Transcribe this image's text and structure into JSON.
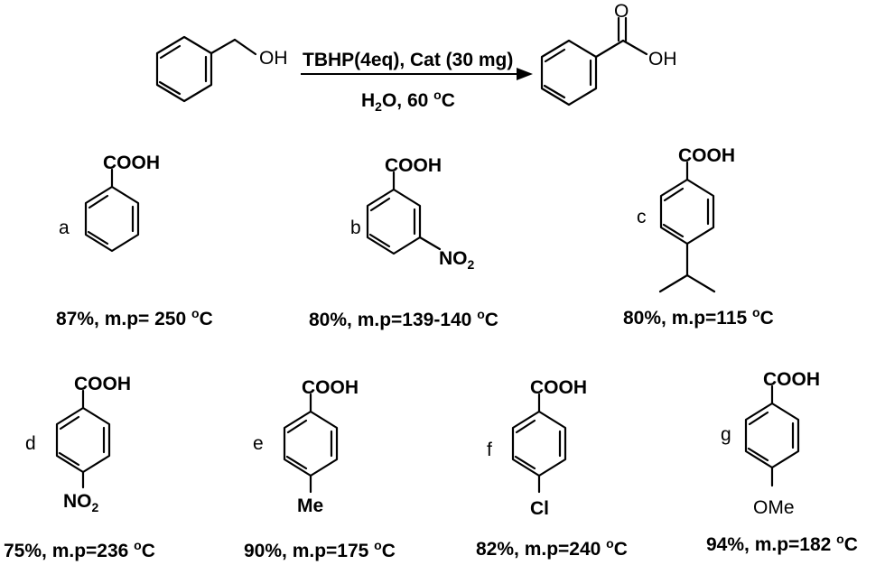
{
  "reaction": {
    "reactant_oh": "OH",
    "product_oh": "OH",
    "product_o": "O",
    "reagents_above": "TBHP(4eq), Cat (30 mg)",
    "cond_h": "H",
    "cond_sub": "2",
    "cond_rest": "O, 60 ",
    "cond_deg": "o",
    "cond_unit": "C"
  },
  "compounds": [
    {
      "letter": "a",
      "top_group": "COOH",
      "sub_main": "",
      "sub_sub": "",
      "yield_text": "87%, m.p= 250 ",
      "deg": "o",
      "unit": "C"
    },
    {
      "letter": "b",
      "top_group": "COOH",
      "sub_main": "NO",
      "sub_sub": "2",
      "yield_text": "80%, m.p=139-140 ",
      "deg": "o",
      "unit": "C"
    },
    {
      "letter": "c",
      "top_group": "COOH",
      "sub_main": "",
      "sub_sub": "",
      "yield_text": "80%, m.p=115 ",
      "deg": "o",
      "unit": "C"
    },
    {
      "letter": "d",
      "top_group": "COOH",
      "sub_main": "NO",
      "sub_sub": "2",
      "yield_text": "75%, m.p=236 ",
      "deg": "o",
      "unit": "C"
    },
    {
      "letter": "e",
      "top_group": "COOH",
      "sub_main": "Me",
      "sub_sub": "",
      "yield_text": "90%, m.p=175 ",
      "deg": "o",
      "unit": "C"
    },
    {
      "letter": "f",
      "top_group": "COOH",
      "sub_main": "Cl",
      "sub_sub": "",
      "yield_text": "82%, m.p=240 ",
      "deg": "o",
      "unit": "C"
    },
    {
      "letter": "g",
      "top_group": "COOH",
      "sub_main": "OMe",
      "sub_sub": "",
      "yield_text": "94%, m.p=182 ",
      "deg": "o",
      "unit": "C"
    }
  ]
}
